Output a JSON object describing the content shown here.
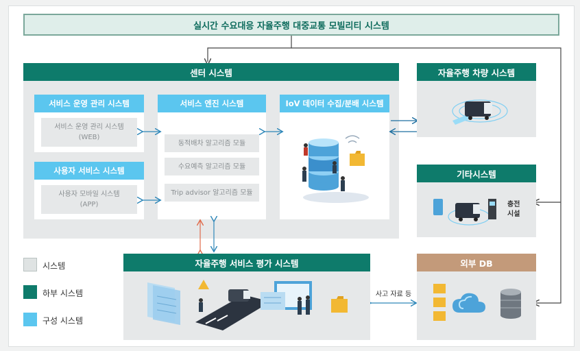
{
  "top_title": "실시간 수요대응 자율주행 대중교통 모빌리티 시스템",
  "center": {
    "title": "센터 시스템",
    "service_ops": {
      "title": "서비스 운영 관리 시스템",
      "item_line1": "서비스 운영 관리 시스템",
      "item_line2": "(WEB)"
    },
    "user_service": {
      "title": "사용자 서비스 시스템",
      "item_line1": "사용자 모바일 시스템",
      "item_line2": "(APP)"
    },
    "engine": {
      "title": "서비스 엔진 시스템",
      "modules": [
        "동적배차 알고리즘 모듈",
        "수요예측 알고리즘 모듈",
        "Trip advisor 알고리즘 모듈"
      ]
    },
    "iov": {
      "title": "IoV 데이터 수집/분배 시스템"
    }
  },
  "vehicle_system": {
    "title": "자율주행 차량 시스템"
  },
  "other_system": {
    "title": "기타시스템",
    "charging_label_1": "충전",
    "charging_label_2": "시설"
  },
  "evaluation_system": {
    "title": "자율주행 서비스 평가 시스템"
  },
  "external_db": {
    "title": "외부 DB"
  },
  "accident_label": "사고 자료 등",
  "legend": [
    {
      "label": "시스템",
      "color": "#dfe3e3"
    },
    {
      "label": "하부 시스템",
      "color": "#0e7b6b"
    },
    {
      "label": "구성 시스템",
      "color": "#5bc6ef"
    }
  ],
  "colors": {
    "dark_green": "#0e7b6b",
    "light_blue": "#5bc6ef",
    "brown": "#c39a7a",
    "panel_grey": "#e6e8e9"
  }
}
